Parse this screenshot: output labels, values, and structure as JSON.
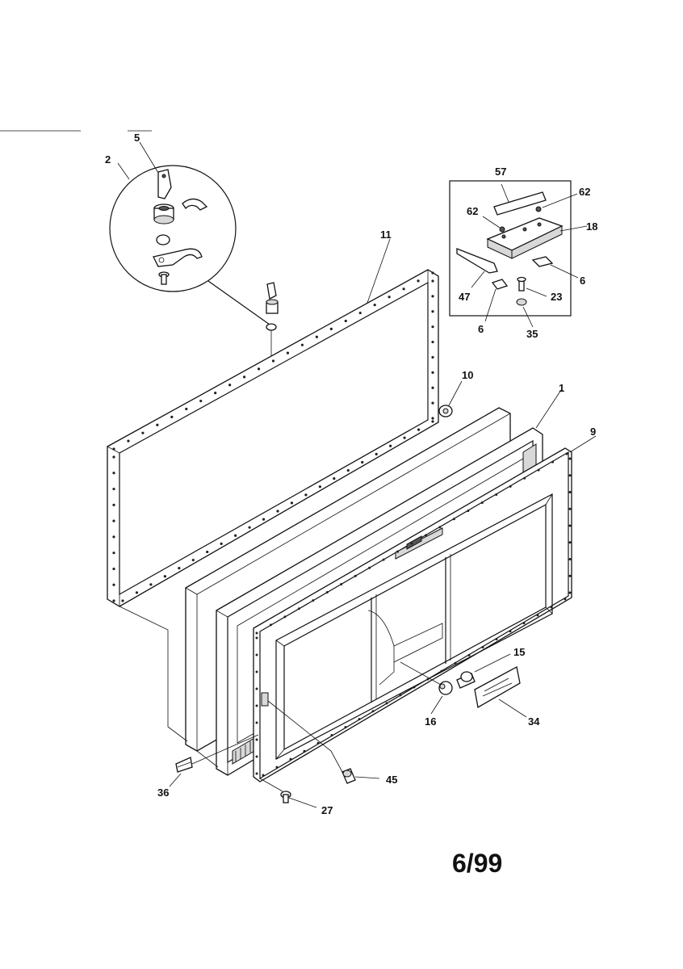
{
  "callouts": {
    "c5": "5",
    "c2": "2",
    "c11": "11",
    "c57": "57",
    "c62a": "62",
    "c62b": "62",
    "c18": "18",
    "c6a": "6",
    "c47": "47",
    "c23": "23",
    "c6b": "6",
    "c35": "35",
    "c10": "10",
    "c1": "1",
    "c9": "9",
    "c15": "15",
    "c16": "16",
    "c34": "34",
    "c36": "36",
    "c45": "45",
    "c27": "27"
  },
  "date_code": "6/99"
}
